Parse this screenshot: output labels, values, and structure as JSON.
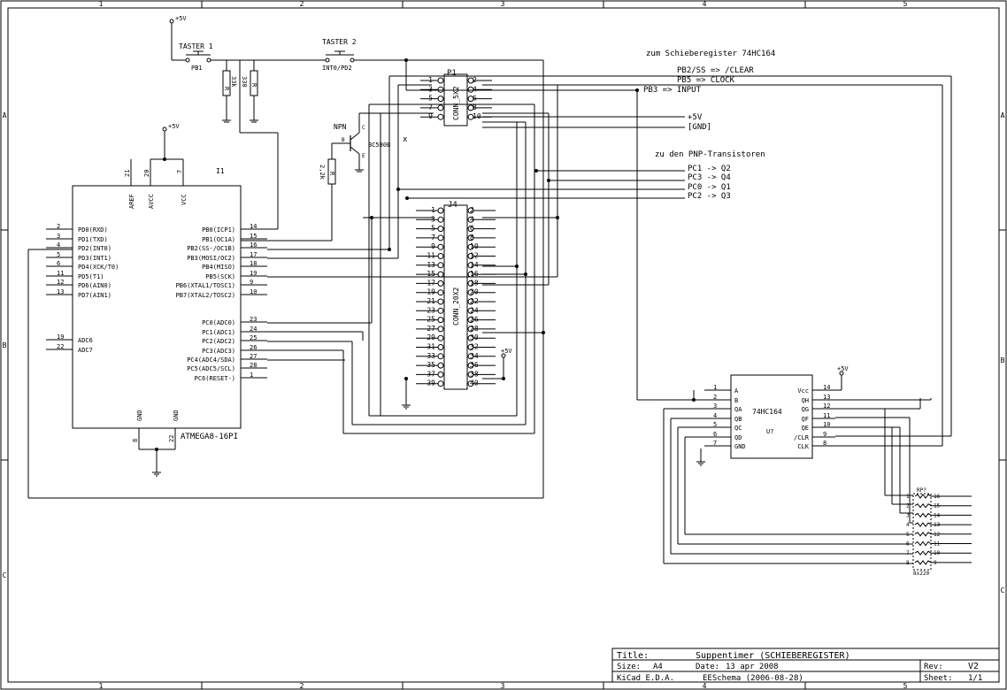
{
  "frame": {
    "columns": [
      "1",
      "2",
      "3",
      "4",
      "5"
    ],
    "rows": [
      "A",
      "B",
      "C"
    ]
  },
  "power": {
    "vcc": "+5V"
  },
  "switches": [
    {
      "name": "TASTER 1",
      "pin": "PB1"
    },
    {
      "name": "TASTER 2",
      "pin": "INT0/PD2"
    }
  ],
  "resistors": [
    {
      "value": "33k",
      "ref": "R"
    },
    {
      "value": "330",
      "ref": "R"
    },
    {
      "value": "2,2k",
      "ref": "R"
    }
  ],
  "transistor": {
    "label": "NPN",
    "part": "BC5B0B",
    "pins": [
      "B",
      "C",
      "E"
    ]
  },
  "mcu": {
    "ref": "I1",
    "part": "ATMEGA8-16PI",
    "top_pins": [
      {
        "num": "21",
        "name": "AREF"
      },
      {
        "num": "20",
        "name": "AVCC"
      },
      {
        "num": "7",
        "name": "VCC"
      }
    ],
    "bottom_pins": [
      {
        "num": "8",
        "name": "GND"
      },
      {
        "num": "22",
        "name": "GND"
      }
    ],
    "left_pins": [
      {
        "num": "2",
        "name": "PD0(RXD)"
      },
      {
        "num": "3",
        "name": "PD1(TXD)"
      },
      {
        "num": "4",
        "name": "PD2(INT0)"
      },
      {
        "num": "5",
        "name": "PD3(INT1)"
      },
      {
        "num": "6",
        "name": "PD4(XCK/T0)"
      },
      {
        "num": "11",
        "name": "PD5(T1)"
      },
      {
        "num": "12",
        "name": "PD6(AIN0)"
      },
      {
        "num": "13",
        "name": "PD7(AIN1)"
      },
      {
        "num": "19",
        "name": "ADC6"
      },
      {
        "num": "22",
        "name": "ADC7"
      }
    ],
    "right_pins": [
      {
        "num": "14",
        "name": "PB0(ICP1)"
      },
      {
        "num": "15",
        "name": "PB1(OC1A)"
      },
      {
        "num": "16",
        "name": "PB2(SS-/OC1B)"
      },
      {
        "num": "17",
        "name": "PB3(MOSI/OC2)"
      },
      {
        "num": "18",
        "name": "PB4(MISO)"
      },
      {
        "num": "19",
        "name": "PB5(SCK)"
      },
      {
        "num": "9",
        "name": "PB6(XTAL1/TOSC1)"
      },
      {
        "num": "10",
        "name": "PB7(XTAL2/TOSC2)"
      },
      {
        "num": "23",
        "name": "PC0(ADC0)"
      },
      {
        "num": "24",
        "name": "PC1(ADC1)"
      },
      {
        "num": "25",
        "name": "PC2(ADC2)"
      },
      {
        "num": "26",
        "name": "PC3(ADC3)"
      },
      {
        "num": "27",
        "name": "PC4(ADC4/SDA)"
      },
      {
        "num": "28",
        "name": "PC5(ADC5/SCL)"
      },
      {
        "num": "1",
        "name": "PC6(RESET-)"
      }
    ]
  },
  "p1": {
    "ref": "P1",
    "part": "CONN_5X2",
    "left": [
      "1",
      "3",
      "5",
      "7",
      "9"
    ],
    "right": [
      "2",
      "4",
      "6",
      "8",
      "10"
    ]
  },
  "j4": {
    "ref": "J4",
    "part": "CONN_20X2",
    "left": [
      "1",
      "3",
      "5",
      "7",
      "9",
      "11",
      "13",
      "15",
      "17",
      "19",
      "21",
      "23",
      "25",
      "27",
      "29",
      "31",
      "33",
      "35",
      "37",
      "39"
    ],
    "right": [
      "2",
      "4",
      "6",
      "8",
      "10",
      "12",
      "14",
      "16",
      "18",
      "20",
      "22",
      "24",
      "26",
      "28",
      "30",
      "32",
      "34",
      "36",
      "38",
      "40"
    ]
  },
  "notes": {
    "shift_title": "zum Schieberegister 74HC164",
    "shift_lines": [
      "PB2/SS => /CLEAR",
      "PB5 => CLOCK",
      "PB3 => INPUT"
    ],
    "power_lines": [
      "+5V",
      "[GND]"
    ],
    "pnp_title": "zu den PNP-Transistoren",
    "pnp_lines": [
      "PC1 -> Q2",
      "PC3 -> Q4",
      "PC0 -> Q1",
      "PC2 -> Q3"
    ]
  },
  "shift_register": {
    "ref": "U?",
    "part": "74HC164",
    "left_pins": [
      {
        "num": "1",
        "name": "A"
      },
      {
        "num": "2",
        "name": "B"
      },
      {
        "num": "3",
        "name": "QA"
      },
      {
        "num": "4",
        "name": "QB"
      },
      {
        "num": "5",
        "name": "QC"
      },
      {
        "num": "6",
        "name": "QD"
      },
      {
        "num": "7",
        "name": "GND"
      }
    ],
    "right_pins": [
      {
        "num": "14",
        "name": "Vcc"
      },
      {
        "num": "13",
        "name": "QH"
      },
      {
        "num": "12",
        "name": "QG"
      },
      {
        "num": "11",
        "name": "QF"
      },
      {
        "num": "10",
        "name": "QE"
      },
      {
        "num": "9",
        "name": "/CLR"
      },
      {
        "num": "8",
        "name": "CLK"
      }
    ]
  },
  "resistor_pack": {
    "ref": "RP?",
    "part": "8x220",
    "left": [
      "1",
      "2",
      "3",
      "4",
      "5",
      "6",
      "7",
      "8"
    ],
    "right": [
      "16",
      "15",
      "14",
      "13",
      "12",
      "11",
      "10",
      "9"
    ]
  },
  "title_block": {
    "title_label": "Title:",
    "title": "Suppentimer (SCHIEBEREGISTER)",
    "size_label": "Size:",
    "size": "A4",
    "date_label": "Date:",
    "date": "13 apr 2008",
    "rev_label": "Rev:",
    "rev": "V2",
    "tool": "KiCad E.D.A.",
    "schema": "EESchema (2006-08-28)",
    "sheet_label": "Sheet:",
    "sheet": "1/1"
  }
}
